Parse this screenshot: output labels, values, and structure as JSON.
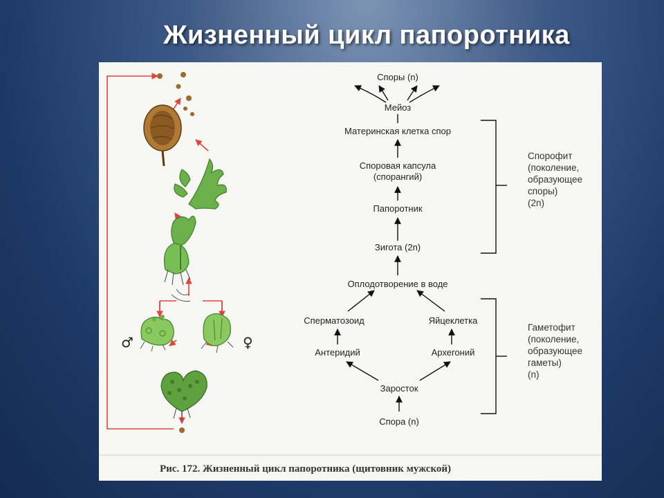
{
  "slide": {
    "title": "Жизненный цикл папоротника"
  },
  "diagram": {
    "nodes": {
      "spores": "Споры (n)",
      "meiosis": "Мейоз",
      "spore_mother_cell": "Материнская клетка спор",
      "sporangium_1": "Споровая капсула",
      "sporangium_2": "(спорангий)",
      "fern": "Папоротник",
      "zygote": "Зигота (2n)",
      "fertilization": "Оплодотворение в воде",
      "spermatozoid": "Сперматозоид",
      "egg_cell": "Яйцеклетка",
      "antheridium": "Антеридий",
      "archegonium": "Архегоний",
      "prothallus": "Заросток",
      "spore": "Спора (n)"
    },
    "sporophyte": {
      "line1": "Спорофит",
      "line2": "(поколение,",
      "line3": "образующее",
      "line4": "споры)",
      "line5": "(2n)"
    },
    "gametophyte": {
      "line1": "Гаметофит",
      "line2": "(поколение,",
      "line3": "образующее",
      "line4": "гаметы)",
      "line5": "(n)"
    },
    "male_symbol": "♂",
    "female_symbol": "♀",
    "caption": "Рис. 172. Жизненный цикл папоротника (щитовник мужской)",
    "colors": {
      "arrow_red": "#e0443c",
      "plant_green": "#6bb04a",
      "plant_dark": "#3f7f2c",
      "sorus_brown": "#9a6a2e"
    }
  }
}
